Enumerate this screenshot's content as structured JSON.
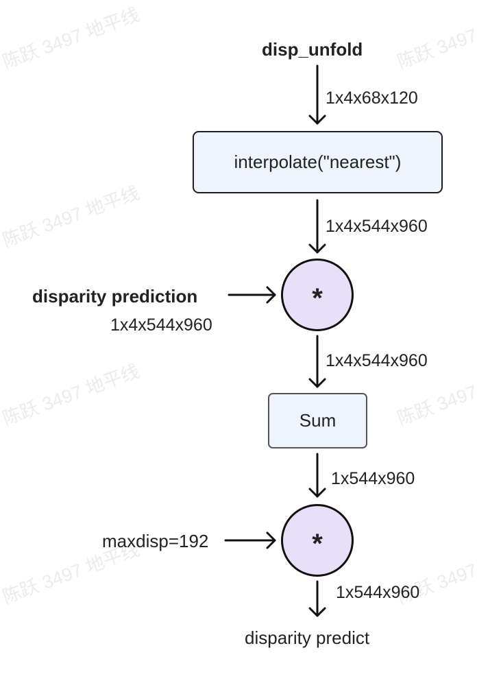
{
  "watermark": "陈跃 3497 地平线",
  "nodes": {
    "input_label": "disp_unfold",
    "interpolate_label": "interpolate(\"nearest\")",
    "multiply1_symbol": "*",
    "sum_label": "Sum",
    "multiply2_symbol": "*",
    "output_label": "disparity predict"
  },
  "side_inputs": {
    "disparity_prediction_label": "disparity  prediction",
    "disparity_prediction_shape": "1x4x544x960",
    "maxdisp_label": "maxdisp=192"
  },
  "edges": {
    "input_to_interpolate": "1x4x68x120",
    "interpolate_to_multiply": "1x4x544x960",
    "multiply_to_sum": "1x4x544x960",
    "sum_to_multiply": "1x544x960",
    "multiply_to_output": "1x544x960"
  },
  "colors": {
    "box_fill": "#eef3fc",
    "circle_fill": "#e8e0fb",
    "stroke": "#111111",
    "watermark": "#ececec"
  }
}
